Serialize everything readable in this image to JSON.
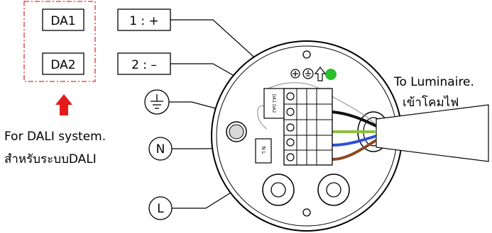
{
  "dali_group": {
    "terminal_1": "DA1",
    "terminal_2": "DA2",
    "caption_en": "For DALI system.",
    "caption_th": "สำหรับระบบDALI"
  },
  "callouts": {
    "plus": "1 : +",
    "minus": "2 : –",
    "neutral": "N",
    "live": "L"
  },
  "luminaire": {
    "caption_en": "To Luminaire.",
    "caption_th": "เข้าโคมไฟ"
  },
  "terminal_block": {
    "upper_tag": "DA1 DA2",
    "lower_tag": "N L"
  },
  "colors": {
    "dali_frame": "#e03030",
    "arrow": "#e31b1b",
    "indicator_led": "#2bbf2b",
    "wire_black": "#111111",
    "wire_green_yellow": "#8fbf3f",
    "wire_blue": "#2f4fd8",
    "wire_brown": "#8a4a24"
  },
  "icons": [
    "earth-symbol-icon",
    "protective-earth-icon",
    "screw-icon",
    "upload-arrow-icon",
    "red-up-arrow-icon"
  ]
}
